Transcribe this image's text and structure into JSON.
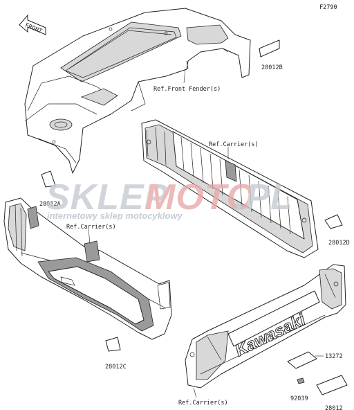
{
  "figure_code": "F2790",
  "front_arrow_label": "FRONT",
  "watermark": {
    "brand_part1": "SKLEP",
    "brand_part2": "MOTO",
    "brand_part3": ".PL",
    "tagline": "internetowy sklep motocyklowy"
  },
  "emblem_text": "Kawasaki",
  "parts": {
    "p_28012B": "28012B",
    "p_28012A": "28012A",
    "p_28012C": "28012C",
    "p_28012D": "28012D",
    "p_13272": "13272",
    "p_92039": "92039",
    "p_28012": "28012"
  },
  "refs": {
    "front_fender": "Ref.Front Fender(s)",
    "carrier_top": "Ref.Carrier(s)",
    "carrier_left": "Ref.Carrier(s)",
    "carrier_bottom": "Ref.Carrier(s)"
  }
}
